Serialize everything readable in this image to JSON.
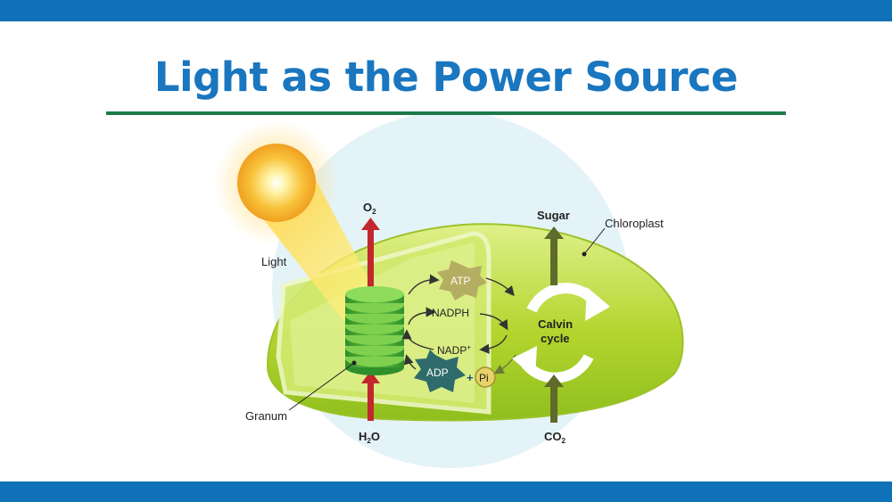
{
  "slide": {
    "title": "Light as the Power Source"
  },
  "diagram": {
    "labels": {
      "light": "Light",
      "granum": "Granum",
      "chloroplast": "Chloroplast",
      "o2_main": "O",
      "o2_sub": "2",
      "h2o_main_h": "H",
      "h2o_sub": "2",
      "h2o_main_o": "O",
      "sugar": "Sugar",
      "co2_main": "CO",
      "co2_sub": "2",
      "atp": "ATP",
      "nadph": "NADPH",
      "nadp": "NADP",
      "nadp_sup": "+",
      "adp": "ADP",
      "plus": "+",
      "pi": "Pi",
      "calvin_line1": "Calvin",
      "calvin_line2": "cycle"
    }
  },
  "colors": {
    "header_bar": "#0f72b8",
    "title": "#1976bf",
    "rule": "#1d7a48",
    "chloroplast": "#b8d832",
    "granum": "#5cb83a",
    "arrow_red": "#c1272d",
    "arrow_olive": "#5f6b2a"
  }
}
